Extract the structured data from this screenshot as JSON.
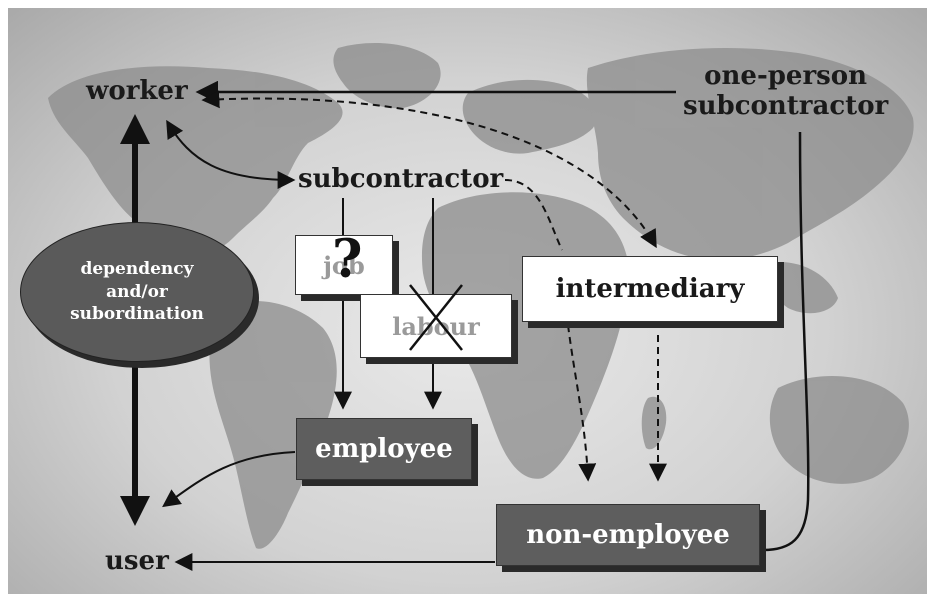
{
  "nodes": {
    "worker": "worker",
    "one_person_subcontractor": "one-person\nsubcontractor",
    "subcontractor": "subcontractor",
    "job": "job",
    "job_mark": "?",
    "labour": "labour",
    "intermediary": "intermediary",
    "employee": "employee",
    "non_employee": "non-employee",
    "user": "user"
  },
  "relation": "dependency\nand/or\nsubordination",
  "colors": {
    "dark_box": "#5e5e5e",
    "ellipse": "#5a5a5a",
    "ink": "#1a1a1a",
    "ghost_text": "#9a9a9a",
    "map_land": "#8c8c8c"
  }
}
